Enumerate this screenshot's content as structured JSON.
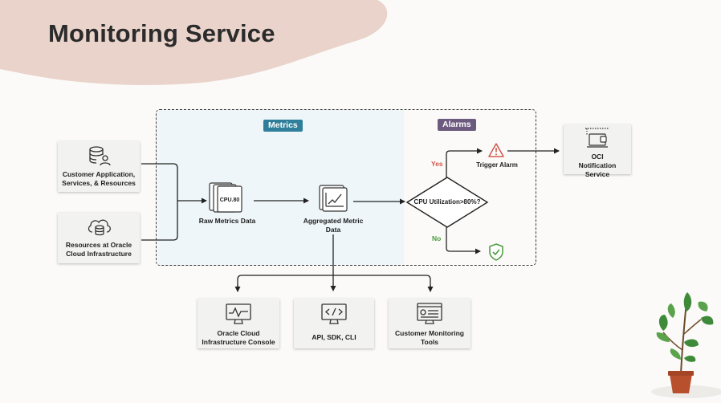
{
  "title": "Monitoring Service",
  "zones": {
    "metrics_label": "Metrics",
    "alarms_label": "Alarms"
  },
  "sources": [
    {
      "label": "Customer Application, Services, & Resources",
      "icon": "database-user-icon"
    },
    {
      "label": "Resources at Oracle Cloud Infrastructure",
      "icon": "cloud-database-icon"
    }
  ],
  "raw_metrics": {
    "label": "Raw Metrics Data",
    "icon_text": "CPU.80"
  },
  "aggregated": {
    "label": "Aggregated Metric Data"
  },
  "decision": {
    "label": "CPU Utilization>80%?",
    "yes": "Yes",
    "no": "No"
  },
  "trigger_alarm": {
    "label": "Trigger Alarm"
  },
  "notification": {
    "label": "OCI  Notification Service"
  },
  "consumers": [
    {
      "label": "Oracle Cloud Infrastructure Console",
      "icon": "console-monitor-icon"
    },
    {
      "label": "API, SDK, CLI",
      "icon": "code-monitor-icon"
    },
    {
      "label": "Customer Monitoring Tools",
      "icon": "dashboard-monitor-icon"
    }
  ],
  "colors": {
    "metrics_badge": "#2f7f9a",
    "alarms_badge": "#6c5b7f",
    "yes": "#d1564b",
    "no": "#4a9a3c",
    "alarm_icon": "#d1564b",
    "ok_icon": "#4a9a3c"
  }
}
